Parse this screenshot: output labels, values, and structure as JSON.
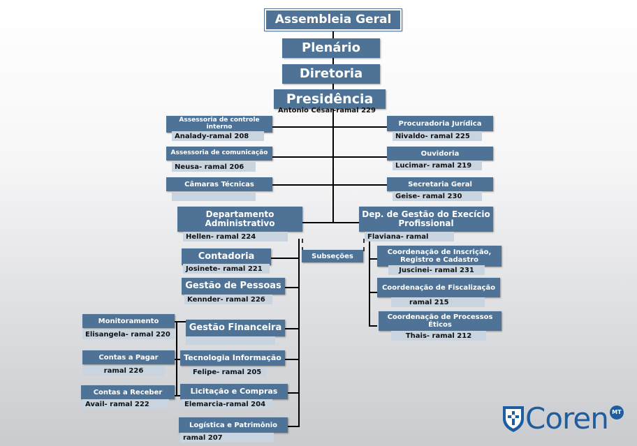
{
  "top": {
    "assembleia": "Assembleia Geral",
    "plenario": "Plenário",
    "diretoria": "Diretoria",
    "presidencia": "Presidência",
    "presidencia_contact": "Antonio César-ramal 229"
  },
  "left_staff": [
    {
      "title": "Assessoria de controle interno",
      "contact": "Analady-ramal 208"
    },
    {
      "title": "Assessoria de comunicação",
      "contact": "Neusa- ramal 206"
    },
    {
      "title": "Câmaras Técnicas",
      "contact": ""
    }
  ],
  "right_staff": [
    {
      "title": "Procuradoria Jurídica",
      "contact": "Nivaldo- ramal 225"
    },
    {
      "title": "Ouvidoria",
      "contact": "Lucimar- ramal 219"
    },
    {
      "title": "Secretaria Geral",
      "contact": "Geise- ramal 230"
    }
  ],
  "dep_admin": {
    "title": "Departamento Administrativo",
    "contact": "Hellen- ramal 224"
  },
  "dep_gestao": {
    "title": "Dep. de Gestão do Execício Profissional",
    "contact": "Flaviana- ramal"
  },
  "subsecoes": "Subseções",
  "admin_units": [
    {
      "title": "Contadoria",
      "contact": "Josinete- ramal 221"
    },
    {
      "title": "Gestão de Pessoas",
      "contact": "Kennder- ramal 226"
    },
    {
      "title": "Gestão Financeira",
      "contact": ""
    },
    {
      "title": "Tecnologia Informação",
      "contact": "Felipe- ramal 205"
    },
    {
      "title": "Licitação e Compras",
      "contact": "Elemarcia-ramal 204"
    },
    {
      "title": "Logística e Patrimônio",
      "contact": "ramal 207"
    }
  ],
  "finance_units": [
    {
      "title": "Monitoramento",
      "contact": "Elisangela- ramal 220"
    },
    {
      "title": "Contas a Pagar",
      "contact": "ramal 226"
    },
    {
      "title": "Contas a Receber",
      "contact": "Avail- ramal 222"
    }
  ],
  "gestao_units": [
    {
      "title": "Coordenação de Inscrição, Registro e Cadastro",
      "contact": "Juscinei- ramal 231"
    },
    {
      "title": "Coordenação de Fiscalização",
      "contact": "ramal 215"
    },
    {
      "title": "Coordenação de Processos Éticos",
      "contact": "Thais- ramal 212"
    }
  ],
  "logo": {
    "text": "Coren",
    "badge": "MT",
    "icon": "shield-cross-icon"
  },
  "colors": {
    "box": "#4e7396",
    "contact": "#c8d4e0",
    "logo": "#1f5e9e"
  }
}
